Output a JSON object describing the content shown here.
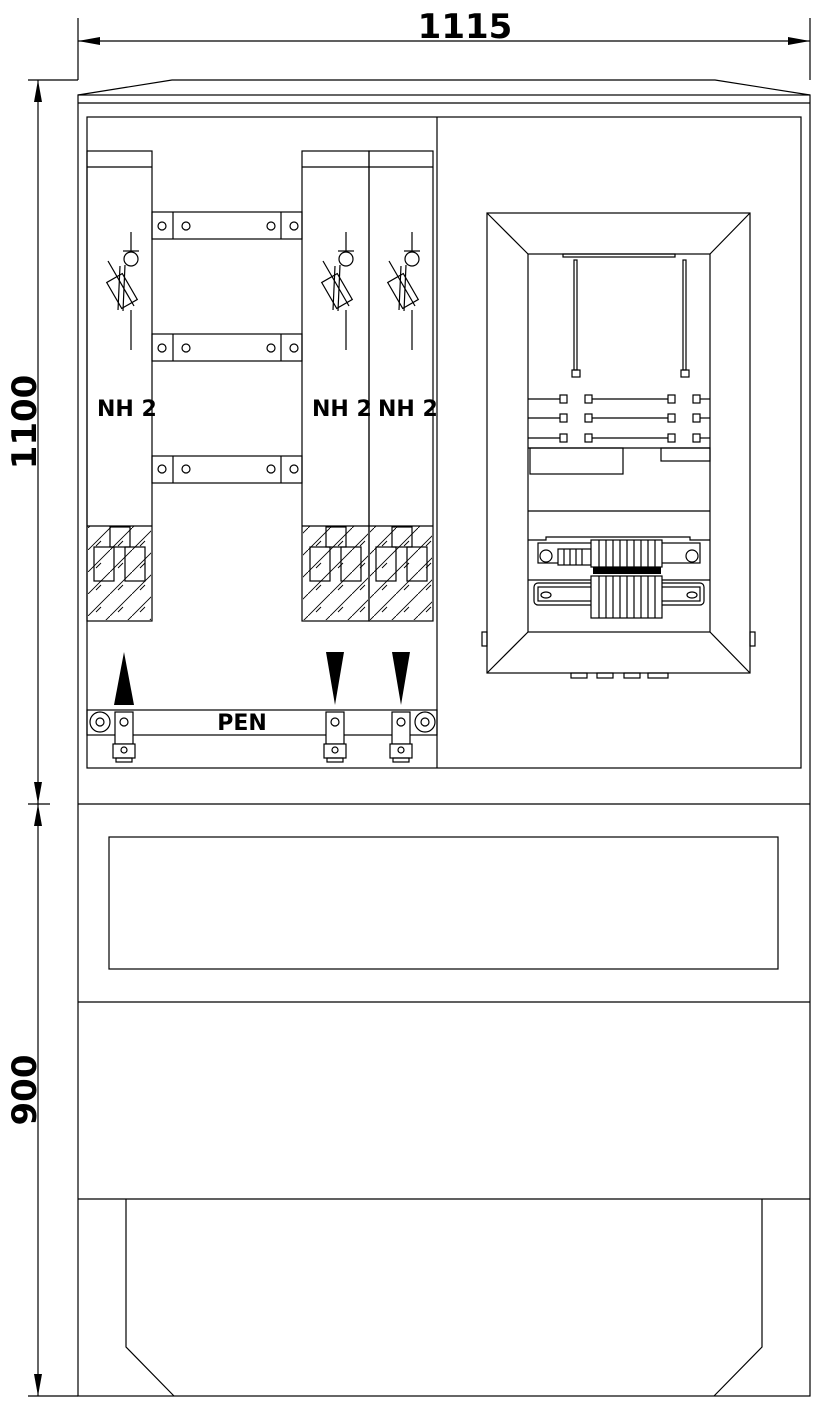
{
  "dimensions": {
    "width": "1115",
    "upper_height": "1100",
    "lower_height": "900"
  },
  "fuse_labels": [
    "NH 2",
    "NH 2",
    "NH 2"
  ],
  "busbar_label": "PEN"
}
